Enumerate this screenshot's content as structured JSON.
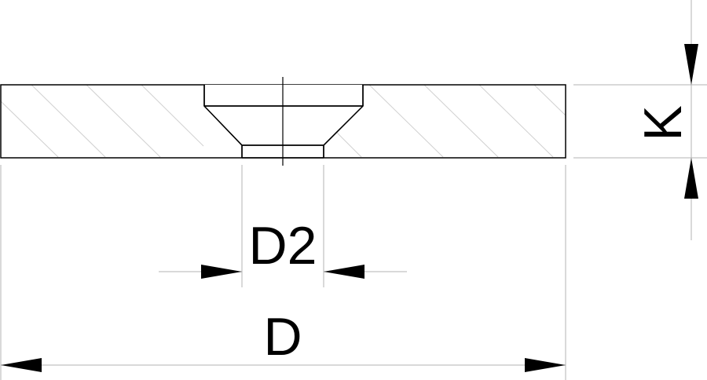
{
  "drawing": {
    "dimensions": {
      "outer_diameter_label": "D",
      "hole_diameter_label": "D2",
      "thickness_label": "K"
    },
    "colors": {
      "outline": "#000000",
      "hatch": "#d0d0d0",
      "extension_line": "#b3b3b3",
      "background": "#ffffff"
    }
  }
}
